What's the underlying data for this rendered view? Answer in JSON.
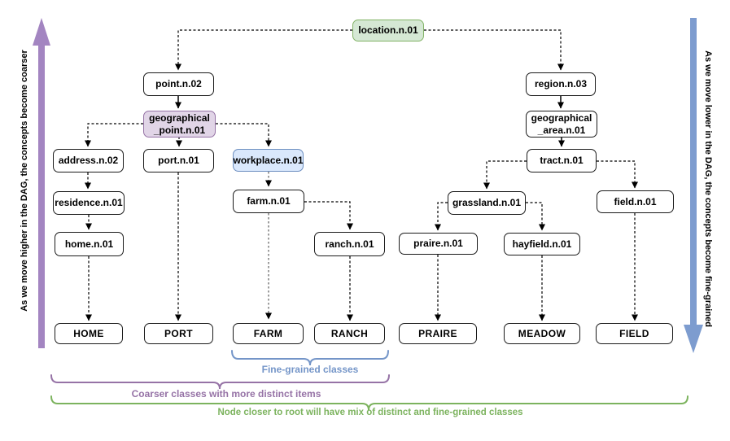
{
  "nodes": {
    "location": {
      "label": "location.n.01"
    },
    "point": {
      "label": "point.n.02"
    },
    "region": {
      "label": "region.n.03"
    },
    "geo_point": {
      "label": "geographical\n_point.n.01"
    },
    "geo_area": {
      "label": "geographical\n_area.n.01"
    },
    "address": {
      "label": "address.n.02"
    },
    "port": {
      "label": "port.n.01"
    },
    "workplace": {
      "label": "workplace.n.01"
    },
    "tract": {
      "label": "tract.n.01"
    },
    "residence": {
      "label": "residence.n.01"
    },
    "farm": {
      "label": "farm.n.01"
    },
    "grassland": {
      "label": "grassland.n.01"
    },
    "field": {
      "label": "field.n.01"
    },
    "home": {
      "label": "home.n.01"
    },
    "ranch": {
      "label": "ranch.n.01"
    },
    "praire": {
      "label": "praire.n.01"
    },
    "hayfield": {
      "label": "hayfield.n.01"
    },
    "leaf_home": {
      "label": "HOME"
    },
    "leaf_port": {
      "label": "PORT"
    },
    "leaf_farm": {
      "label": "FARM"
    },
    "leaf_ranch": {
      "label": "RANCH"
    },
    "leaf_praire": {
      "label": "PRAIRE"
    },
    "leaf_meadow": {
      "label": "MEADOW"
    },
    "leaf_field": {
      "label": "FIELD"
    }
  },
  "edges": [
    {
      "from": "location.n.01",
      "to": "point.n.02",
      "style": "dashed"
    },
    {
      "from": "location.n.01",
      "to": "region.n.03",
      "style": "dashed"
    },
    {
      "from": "point.n.02",
      "to": "geographical_point.n.01",
      "style": "solid"
    },
    {
      "from": "region.n.03",
      "to": "geographical_area.n.01",
      "style": "solid"
    },
    {
      "from": "geographical_area.n.01",
      "to": "tract.n.01",
      "style": "solid"
    },
    {
      "from": "geographical_point.n.01",
      "to": "address.n.02",
      "style": "dashed"
    },
    {
      "from": "geographical_point.n.01",
      "to": "port.n.01",
      "style": "dashed"
    },
    {
      "from": "geographical_point.n.01",
      "to": "workplace.n.01",
      "style": "dashed"
    },
    {
      "from": "address.n.02",
      "to": "residence.n.01",
      "style": "dashed"
    },
    {
      "from": "residence.n.01",
      "to": "home.n.01",
      "style": "dashed"
    },
    {
      "from": "home.n.01",
      "to": "HOME",
      "style": "dashed"
    },
    {
      "from": "port.n.01",
      "to": "PORT",
      "style": "dashed"
    },
    {
      "from": "workplace.n.01",
      "to": "farm.n.01",
      "style": "dotted-gray"
    },
    {
      "from": "farm.n.01",
      "to": "FARM",
      "style": "dotted-gray"
    },
    {
      "from": "farm.n.01",
      "to": "ranch.n.01",
      "style": "dashed"
    },
    {
      "from": "ranch.n.01",
      "to": "RANCH",
      "style": "dashed"
    },
    {
      "from": "tract.n.01",
      "to": "grassland.n.01",
      "style": "dashed"
    },
    {
      "from": "tract.n.01",
      "to": "field.n.01",
      "style": "dashed"
    },
    {
      "from": "grassland.n.01",
      "to": "praire.n.01",
      "style": "dashed"
    },
    {
      "from": "grassland.n.01",
      "to": "hayfield.n.01",
      "style": "dashed"
    },
    {
      "from": "praire.n.01",
      "to": "PRAIRE",
      "style": "dashed"
    },
    {
      "from": "hayfield.n.01",
      "to": "MEADOW",
      "style": "dashed"
    },
    {
      "from": "field.n.01",
      "to": "FIELD",
      "style": "dashed"
    }
  ],
  "annotations": {
    "left_arrow_label": "As we move higher in the DAG, the concepts become coarser",
    "right_arrow_label": "As we move lower in the DAG, the concepts become fine-grained",
    "fine_grained_label": "Fine-grained classes",
    "coarser_label": "Coarser classes with more distinct items",
    "root_mix_label": "Node closer to root will have mix of distinct and fine-grained classes"
  },
  "colors": {
    "root_node_fill": "#d5e8d4",
    "root_node_stroke": "#82b366",
    "purple_node_fill": "#e1d5e7",
    "purple_node_stroke": "#9673a6",
    "blue_node_fill": "#dae8fc",
    "blue_node_stroke": "#6c8ebf",
    "coarser_arrow": "#a385c1",
    "finer_arrow": "#7d9ccf",
    "fine_grained_accent": "#7495c8",
    "coarser_accent": "#9673a6",
    "root_mix_accent": "#7cb35e",
    "gray_edge": "#9e9e9e"
  }
}
